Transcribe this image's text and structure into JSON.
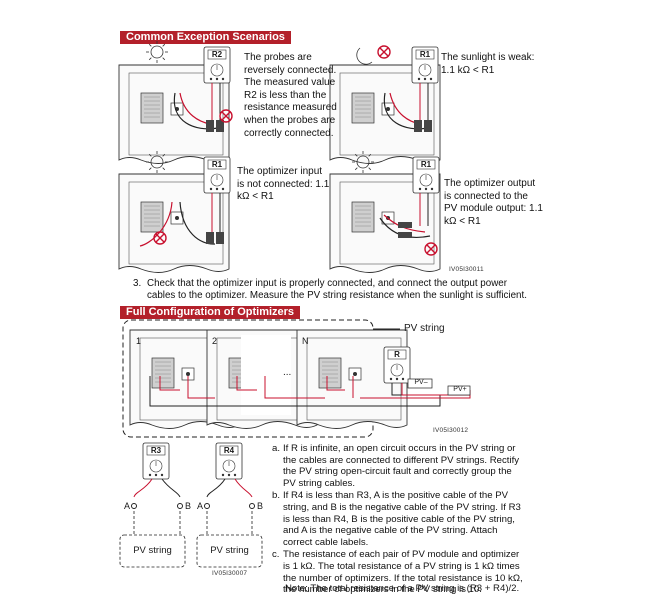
{
  "section1": {
    "title": "Common Exception Scenarios",
    "scenarios": [
      {
        "meter": "R2",
        "text": "The probes are reversely connected. The measured value R2 is less than the resistance measured when the probes are correctly connected."
      },
      {
        "meter": "R1",
        "text": "The sunlight is weak: 1.1 kΩ < R1"
      },
      {
        "meter": "R1",
        "text": "The optimizer input is not connected: 1.1 kΩ < R1"
      },
      {
        "meter": "R1",
        "text": "The optimizer output is connected to the PV module output: 1.1 kΩ < R1"
      }
    ],
    "figure_id": "IV05I30011"
  },
  "step3": {
    "number": "3.",
    "text": "Check that the optimizer input is properly connected, and connect the output power cables to the optimizer. Measure the PV string resistance when the sunlight is sufficient."
  },
  "section2": {
    "title": "Full Configuration of Optimizers",
    "pv_string_label": "PV string",
    "module_labels": [
      "1",
      "2",
      "N"
    ],
    "ellipsis": "...",
    "meter": "R",
    "pv_minus": "PV–",
    "pv_plus": "PV+",
    "figure_id": "IV05I30012"
  },
  "section3": {
    "meters": [
      {
        "label": "R3",
        "a": "A",
        "b": "B",
        "string": "PV string"
      },
      {
        "label": "R4",
        "a": "A",
        "b": "B",
        "string": "PV string"
      }
    ],
    "figure_id": "IV05I30007",
    "notes": [
      {
        "marker": "a.",
        "text": "If R is infinite, an open circuit occurs in the PV string or the cables are connected to different PV strings. Rectify the PV string open-circuit fault and correctly group the PV string cables."
      },
      {
        "marker": "b.",
        "text": "If R4 is less than R3, A is the positive cable of the PV string, and B is the negative cable of the PV string. If R3 is less than R4, B is the positive cable of the PV string, and A is the negative cable of the PV string. Attach correct cable labels."
      },
      {
        "marker": "c.",
        "text": "The resistance of each pair of PV module and optimizer is 1 kΩ. The total resistance of a PV string is 1 kΩ times the number of optimizers. If the total resistance is 10 kΩ, the number of optimizers in the PV string is 10."
      }
    ],
    "note": "Note: The total resistance of a PV string is (R3 + R4)/2."
  },
  "colors": {
    "banner": "#b3202a",
    "cable_red": "#c8102e",
    "cable_black": "#222222",
    "forbidden": "#c8102e"
  }
}
